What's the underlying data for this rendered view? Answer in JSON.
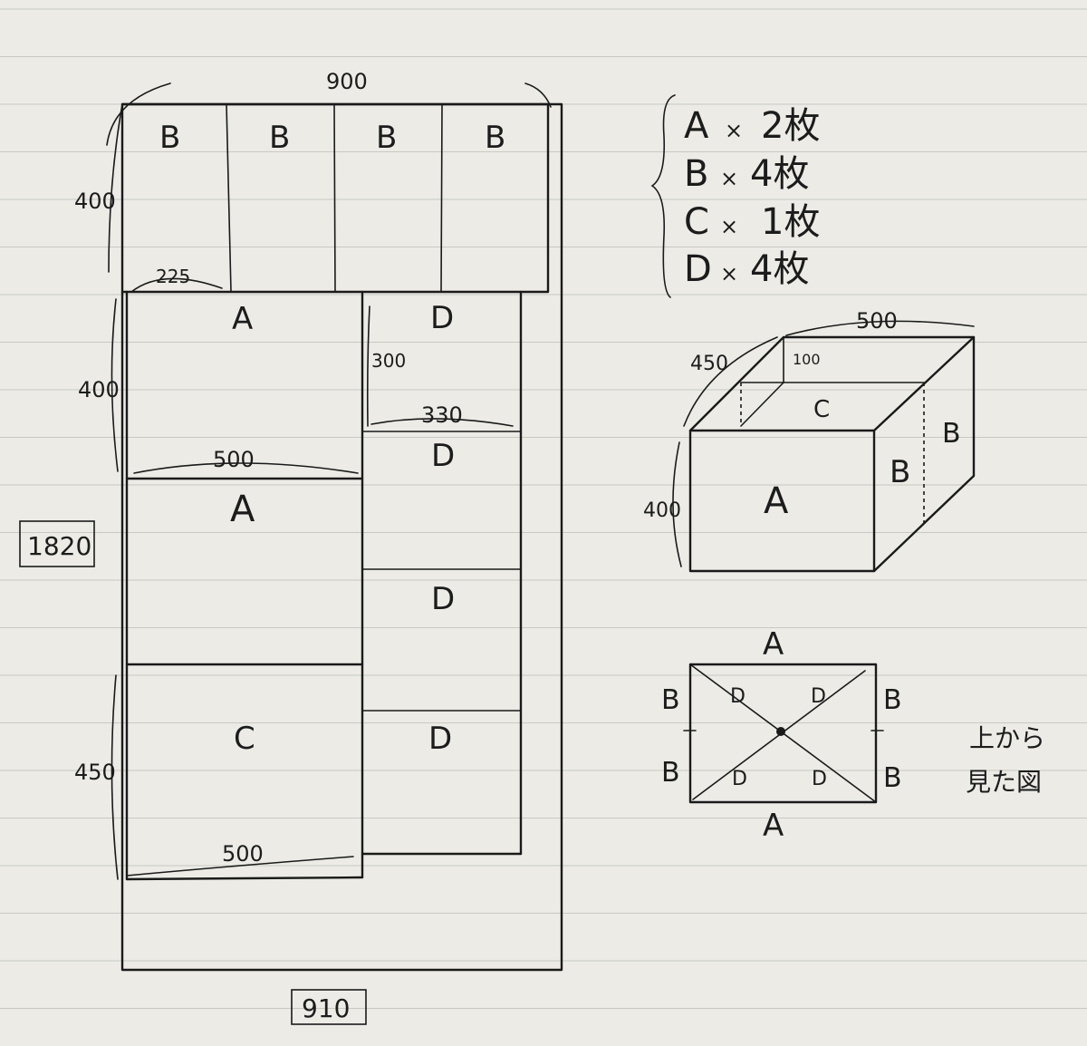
{
  "layout_plan": {
    "board_width": "900",
    "board_width_box": "910",
    "board_height_box": "1820",
    "dim_400_top": "400",
    "dim_400_mid": "400",
    "dim_450": "450",
    "dim_225": "225",
    "dim_300": "300",
    "dim_330": "330",
    "dim_500_a": "500",
    "dim_500_c": "500",
    "piece_b1": "B",
    "piece_b2": "B",
    "piece_b3": "B",
    "piece_b4": "B",
    "piece_a1": "A",
    "piece_a2": "A",
    "piece_c": "C",
    "piece_d1": "D",
    "piece_d2": "D",
    "piece_d3": "D",
    "piece_d4": "D"
  },
  "parts_list": [
    {
      "piece": "A",
      "times": "×",
      "count": "2枚"
    },
    {
      "piece": "B",
      "times": "×",
      "count": "4枚"
    },
    {
      "piece": "C",
      "times": "×",
      "count": "1枚"
    },
    {
      "piece": "D",
      "times": "×",
      "count": "4枚"
    }
  ],
  "box_view": {
    "dim_500": "500",
    "dim_450": "450",
    "dim_100": "100",
    "dim_400": "400",
    "label_c": "C",
    "label_a": "A",
    "label_b_front": "B",
    "label_b_back": "B"
  },
  "top_view": {
    "label_a_top": "A",
    "label_a_bottom": "A",
    "label_b_tl": "B",
    "label_b_bl": "B",
    "label_b_tr": "B",
    "label_b_br": "B",
    "label_d_tl": "D",
    "label_d_tr": "D",
    "label_d_bl": "D",
    "label_d_br": "D",
    "caption_line1": "上から",
    "caption_line2": "見た図"
  }
}
